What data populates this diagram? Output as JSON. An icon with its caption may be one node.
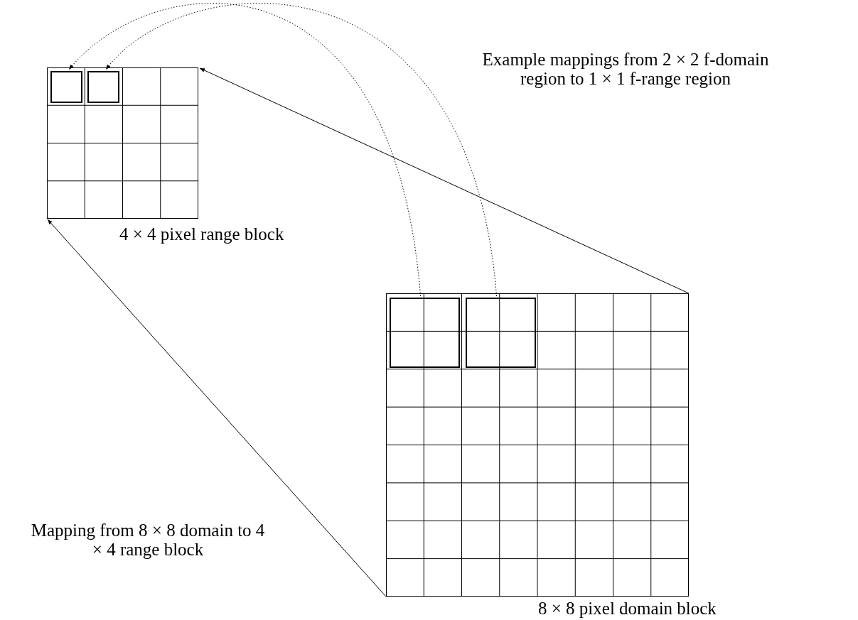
{
  "diagram": {
    "nodes": [
      {
        "text": [],
        "shape": "box",
        "beside": [
          "4 × 4 pixel range block"
        ]
      },
      {
        "text": [],
        "shape": "box",
        "in": 0
      },
      {
        "text": [],
        "shape": "box",
        "in": 0
      },
      {
        "text": [],
        "shape": "box",
        "beside": [
          "8 × 8 pixel domain block"
        ]
      },
      {
        "text": [],
        "shape": "box",
        "in": 3
      },
      {
        "text": [],
        "shape": "box",
        "in": 3
      }
    ],
    "edges": [
      {
        "from": 3,
        "to": 0,
        "arrow": "to"
      },
      {
        "from": 3,
        "to": 0,
        "arrow": "to"
      },
      {
        "from": 4,
        "to": 1,
        "arrow": "to",
        "style": "dashed"
      },
      {
        "from": 5,
        "to": 2,
        "arrow": "to",
        "style": "dashed"
      }
    ],
    "labels": [
      "Example mappings from 2 × 2 f-domain region to 1 × 1 f-range region",
      "Mapping from 8 × 8 domain to 4 × 4 range block"
    ]
  }
}
